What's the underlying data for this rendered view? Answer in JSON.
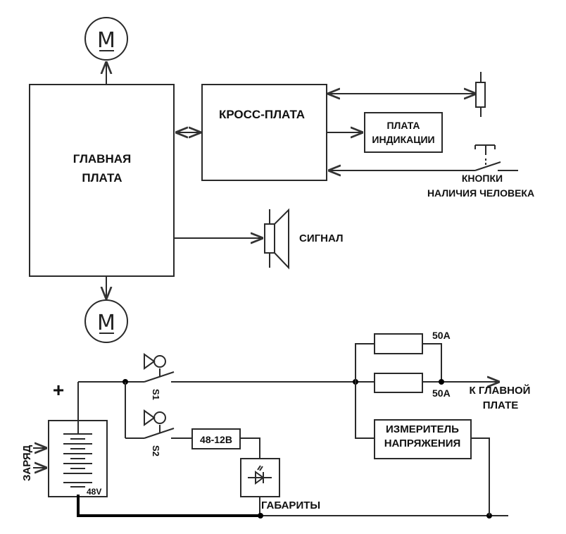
{
  "diagram": {
    "title": "",
    "blocks": {
      "main_board": [
        "ГЛАВНАЯ",
        "ПЛАТА"
      ],
      "cross_board": "КРОСС-ПЛАТА",
      "indicator_board": [
        "ПЛАТА",
        "ИНДИКАЦИИ"
      ],
      "converter": "48-12В",
      "voltage_meter": [
        "ИЗМЕРИТЕЛЬ",
        "НАПРЯЖЕНИЯ"
      ]
    },
    "motors": {
      "top_symbol": "M",
      "bottom_symbol": "M"
    },
    "labels": {
      "presence_buttons": [
        "КНОПКИ",
        "НАЛИЧИЯ ЧЕЛОВЕКА"
      ],
      "signal": "СИГНАЛ",
      "charge": "ЗАРЯД",
      "battery_voltage": "48V",
      "plus": "+",
      "switch_1": "S1",
      "switch_2": "S2",
      "fuse_1": "50A",
      "fuse_2": "50A",
      "to_main_board": [
        "К ГЛАВНОЙ",
        "ПЛАТЕ"
      ],
      "marker_lights": "ГАБАРИТЫ"
    }
  }
}
